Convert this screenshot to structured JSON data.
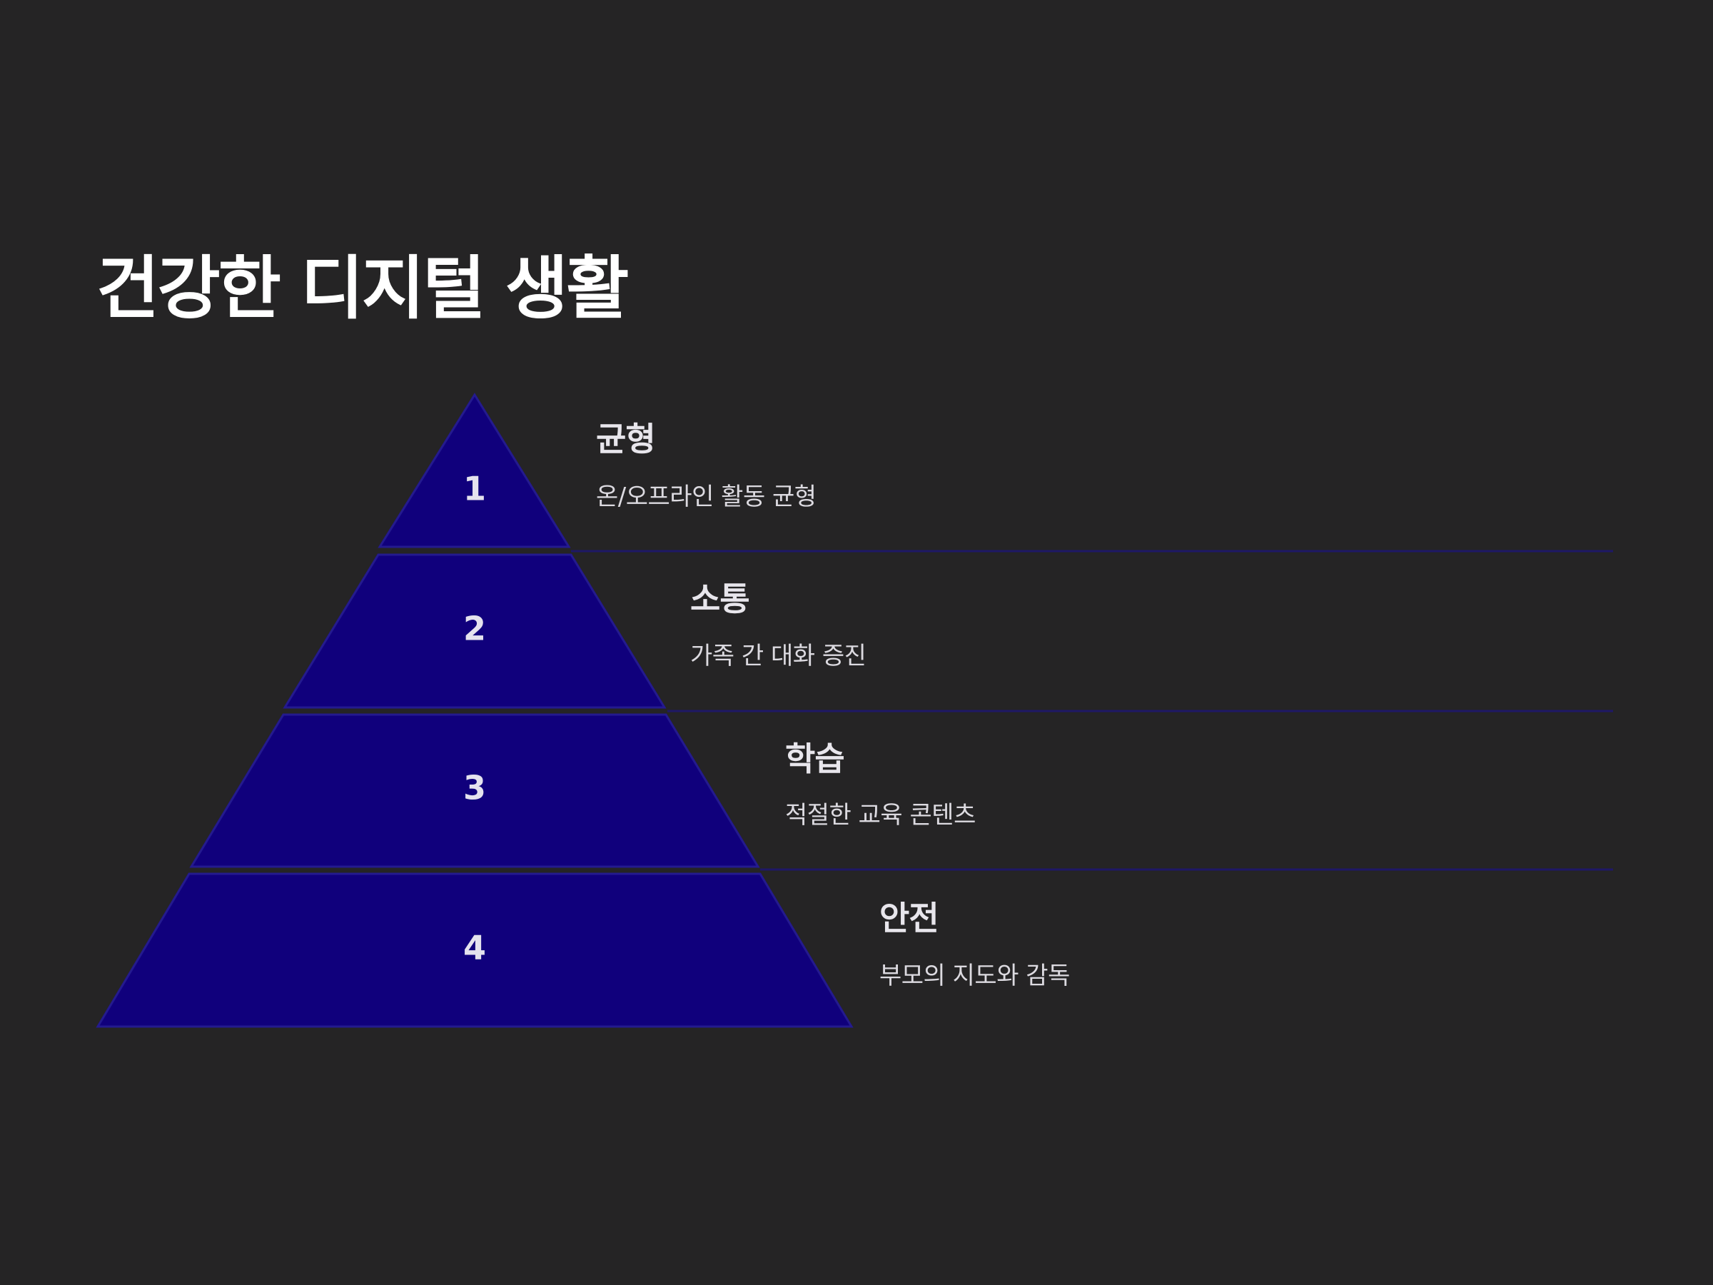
{
  "title": "건강한 디지털 생활",
  "colors": {
    "background": "#252425",
    "tier_fill": "#10007c",
    "divider": "#1e1866",
    "text": "#e8e6ec"
  },
  "tiers": [
    {
      "number": "1",
      "heading": "균형",
      "description": "온/오프라인 활동 균형"
    },
    {
      "number": "2",
      "heading": "소통",
      "description": "가족 간 대화 증진"
    },
    {
      "number": "3",
      "heading": "학습",
      "description": "적절한 교육 콘텐츠"
    },
    {
      "number": "4",
      "heading": "안전",
      "description": "부모의 지도와 감독"
    }
  ]
}
